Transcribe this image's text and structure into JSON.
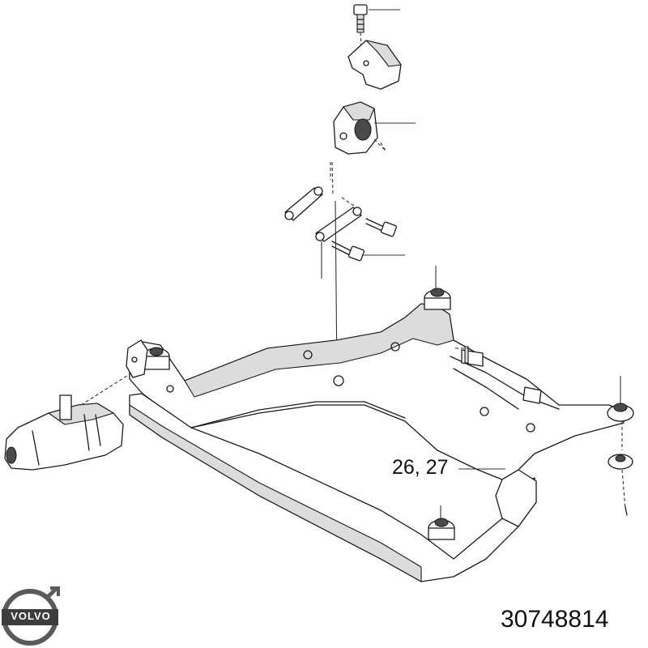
{
  "diagram": {
    "callouts": [
      {
        "id": "crossmember",
        "text": "26, 27"
      }
    ],
    "part_number": "30748814",
    "logo_text": "VOLVO",
    "icons": [
      "volvo-logo-icon"
    ]
  }
}
